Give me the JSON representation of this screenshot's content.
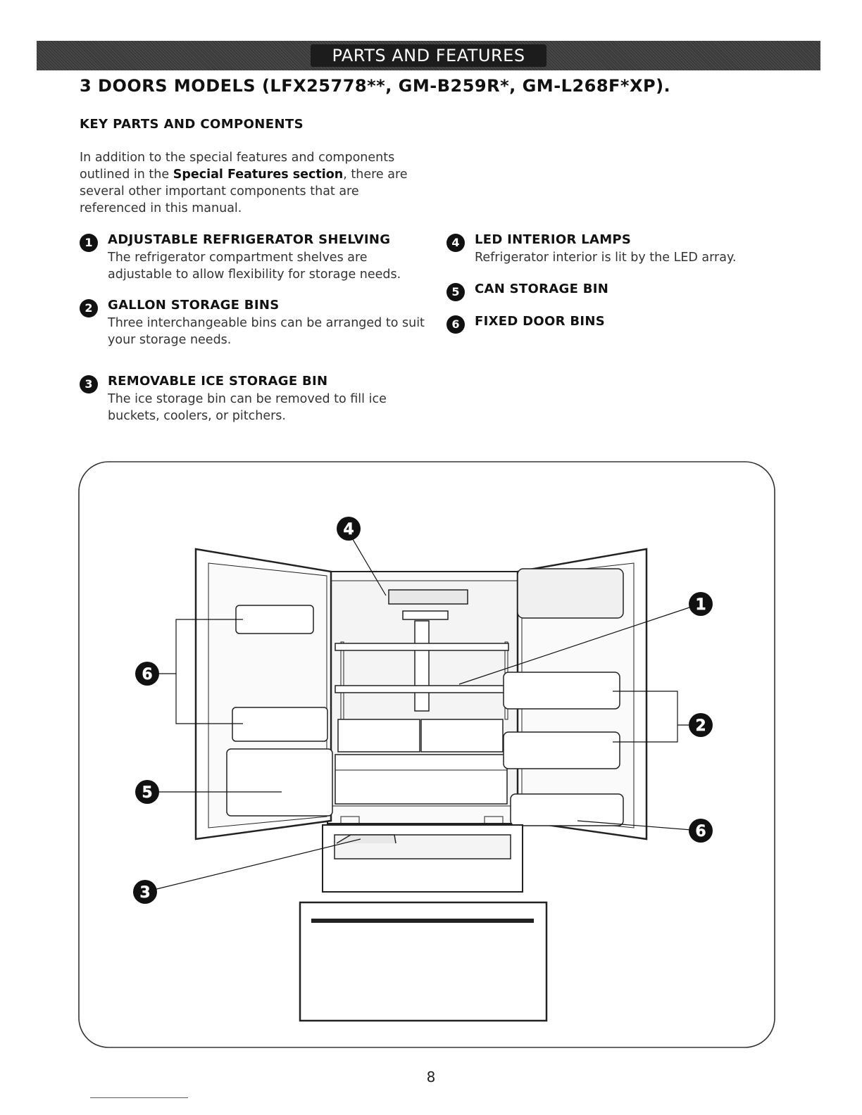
{
  "banner": {
    "title": "PARTS AND FEATURES"
  },
  "model_title": "3 DOORS MODELS (LFX25778**, GM-B259R*, GM-L268F*XP).",
  "section_heading": "KEY PARTS AND COMPONENTS",
  "intro": {
    "before": "In addition to the special features and components outlined in the ",
    "bold": "Special Features section",
    "after": ", there are several other important components that are referenced in this manual."
  },
  "features": [
    {
      "number": "1",
      "title": "ADJUSTABLE REFRIGERATOR SHELVING",
      "description": "The refrigerator compartment shelves are adjustable to allow flexibility for storage needs."
    },
    {
      "number": "2",
      "title": "GALLON STORAGE BINS",
      "description": "Three interchangeable bins can be arranged to suit your storage needs."
    },
    {
      "number": "3",
      "title": "REMOVABLE ICE STORAGE BIN",
      "description": "The ice storage bin can be removed to fill ice buckets, coolers, or pitchers."
    },
    {
      "number": "4",
      "title": "LED INTERIOR LAMPS",
      "description": "Refrigerator interior is lit by the LED array."
    },
    {
      "number": "5",
      "title": "CAN STORAGE BIN",
      "description": ""
    },
    {
      "number": "6",
      "title": "FIXED DOOR BINS",
      "description": ""
    }
  ],
  "callouts": {
    "c4": "4",
    "c1": "1",
    "c6_left": "6",
    "c2": "2",
    "c5": "5",
    "c6_right": "6",
    "c3": "3"
  },
  "page_number": "8"
}
